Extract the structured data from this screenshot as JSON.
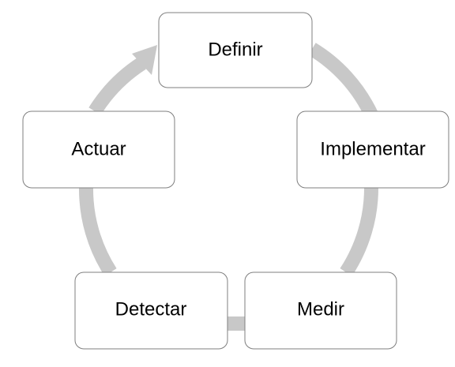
{
  "diagram": {
    "type": "cycle",
    "arrow_color": "#c8c8c8",
    "node_border_color": "#7f7f7f",
    "steps": [
      {
        "label": "Definir"
      },
      {
        "label": "Implementar"
      },
      {
        "label": "Medir"
      },
      {
        "label": "Detectar"
      },
      {
        "label": "Actuar"
      }
    ]
  }
}
